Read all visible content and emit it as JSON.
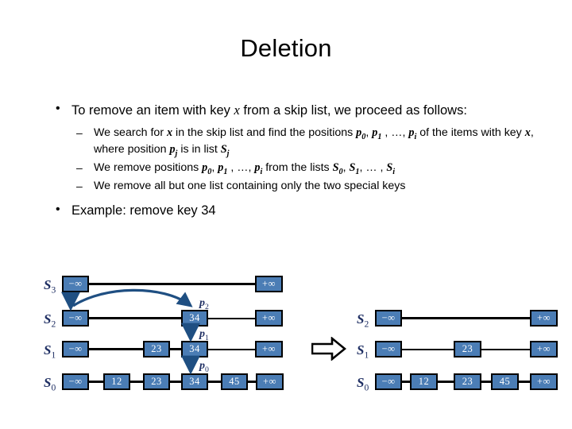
{
  "slide": {
    "title": "Deletion",
    "bullets": [
      {
        "level": 1,
        "text_parts": [
          "To remove an item with key ",
          "x",
          " from a skip list, we proceed as follows:"
        ]
      }
    ],
    "sub_bullets": [
      "We search for x in the skip list and find the positions p0, p1 , …, pi of the items with key x, where position pj is in list Sj",
      "We remove positions p0, p1 , …, pi from the lists S0, S1, … , Si",
      "We remove all but one list containing only the two special keys"
    ],
    "example_bullet": "Example: remove key 34",
    "bullet_marker_l1": "•",
    "bullet_marker_l2": "–"
  },
  "colors": {
    "node_fill": "#4b7db5",
    "node_border": "#000000",
    "node_text": "#ffffff",
    "label_blue": "#1f2f63",
    "link_black": "#000000",
    "background": "#ffffff"
  },
  "left_diagram": {
    "caption": "skip list before deletion of key 34 showing positions p0, p1, p2",
    "levels": [
      {
        "label": "S",
        "sub": "3",
        "nodes": [
          "−∞",
          "+∞"
        ]
      },
      {
        "label": "S",
        "sub": "2",
        "nodes": [
          "−∞",
          "34",
          "+∞"
        ]
      },
      {
        "label": "S",
        "sub": "1",
        "nodes": [
          "−∞",
          "23",
          "34",
          "+∞"
        ]
      },
      {
        "label": "S",
        "sub": "0",
        "nodes": [
          "−∞",
          "12",
          "23",
          "34",
          "45",
          "+∞"
        ]
      }
    ],
    "position_labels": [
      {
        "label": "p",
        "sub": "2"
      },
      {
        "label": "p",
        "sub": "1"
      },
      {
        "label": "p",
        "sub": "0"
      }
    ]
  },
  "right_diagram": {
    "caption": "skip list after deletion of key 34",
    "levels": [
      {
        "label": "S",
        "sub": "2",
        "nodes": [
          "−∞",
          "+∞"
        ]
      },
      {
        "label": "S",
        "sub": "1",
        "nodes": [
          "−∞",
          "23",
          "+∞"
        ]
      },
      {
        "label": "S",
        "sub": "0",
        "nodes": [
          "−∞",
          "12",
          "23",
          "45",
          "+∞"
        ]
      }
    ]
  },
  "transition_arrow": "right-arrow-outline"
}
